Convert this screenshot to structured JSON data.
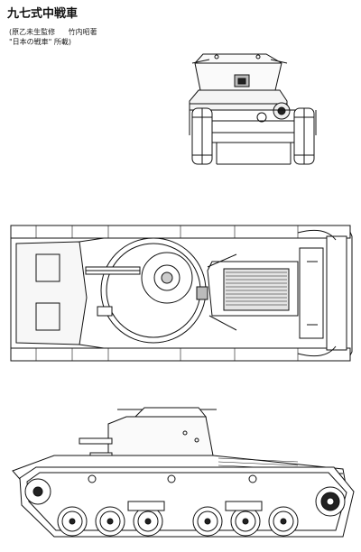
{
  "title": "九七式中戦車",
  "credits": {
    "supervisor": "(原乙未生監修",
    "author": "竹内昭著",
    "source": "\"日本の戦車\" 所載)"
  }
}
